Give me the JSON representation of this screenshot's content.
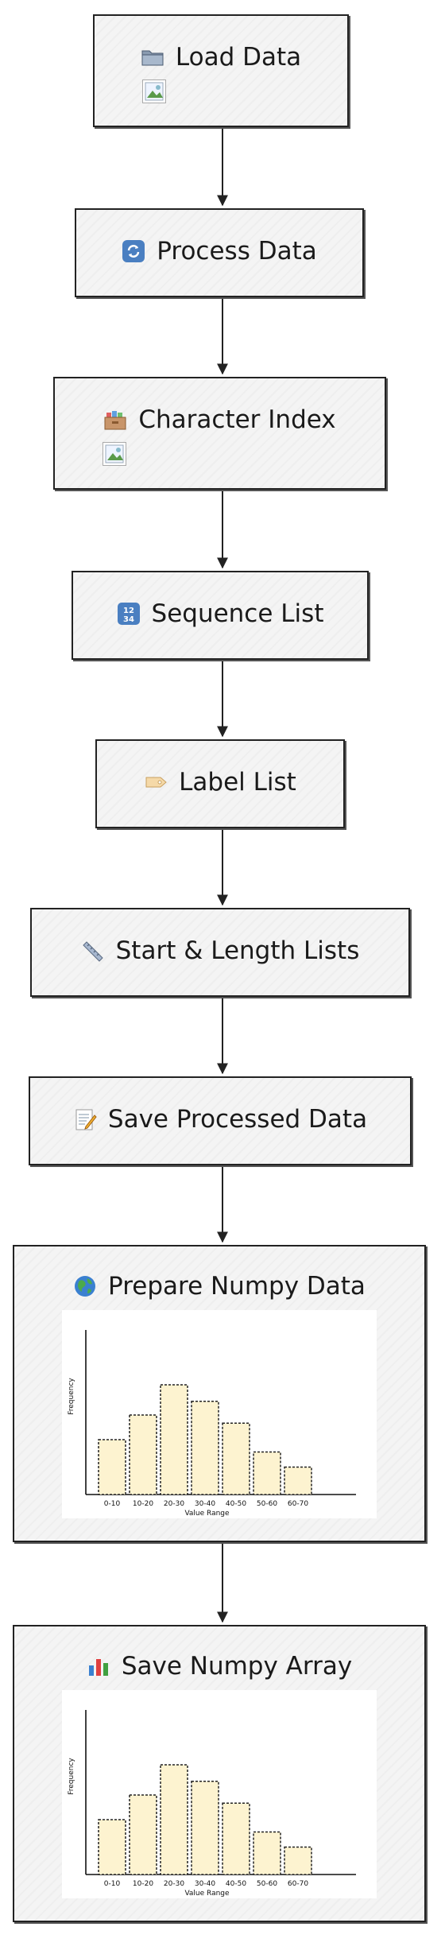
{
  "nodes": [
    {
      "id": "load",
      "label": "Load Data",
      "icon": "folder-icon"
    },
    {
      "id": "process",
      "label": "Process Data",
      "icon": "refresh-icon"
    },
    {
      "id": "charidx",
      "label": "Character Index",
      "icon": "card-file-box-icon"
    },
    {
      "id": "seq",
      "label": "Sequence List",
      "icon": "numbers-1234-icon"
    },
    {
      "id": "labels",
      "label": "Label List",
      "icon": "tag-icon"
    },
    {
      "id": "startlen",
      "label": "Start & Length Lists",
      "icon": "ruler-icon"
    },
    {
      "id": "saveproc",
      "label": "Save Processed Data",
      "icon": "memo-icon"
    },
    {
      "id": "numpy",
      "label": "Prepare Numpy Data",
      "icon": "globe-icon"
    },
    {
      "id": "savenp",
      "label": "Save Numpy Array",
      "icon": "bar-chart-icon"
    }
  ],
  "colors": {
    "bar_fill": "#fdf3d0",
    "bar_stroke": "#222222",
    "node_fill": "#f4f4f4",
    "line": "#222222"
  },
  "chart_data": [
    {
      "type": "bar",
      "categories": [
        "0-10",
        "10-20",
        "20-30",
        "30-40",
        "40-50",
        "50-60",
        "60-70"
      ],
      "values": [
        40,
        58,
        80,
        68,
        52,
        31,
        20
      ],
      "xlabel": "Value Range",
      "ylabel": "Frequency",
      "ylim": [
        0,
        120
      ],
      "grid": false
    },
    {
      "type": "bar",
      "categories": [
        "0-10",
        "10-20",
        "20-30",
        "30-40",
        "40-50",
        "50-60",
        "60-70"
      ],
      "values": [
        40,
        58,
        80,
        68,
        52,
        31,
        20
      ],
      "xlabel": "Value Range",
      "ylabel": "Frequency",
      "ylim": [
        0,
        120
      ],
      "grid": false
    }
  ]
}
